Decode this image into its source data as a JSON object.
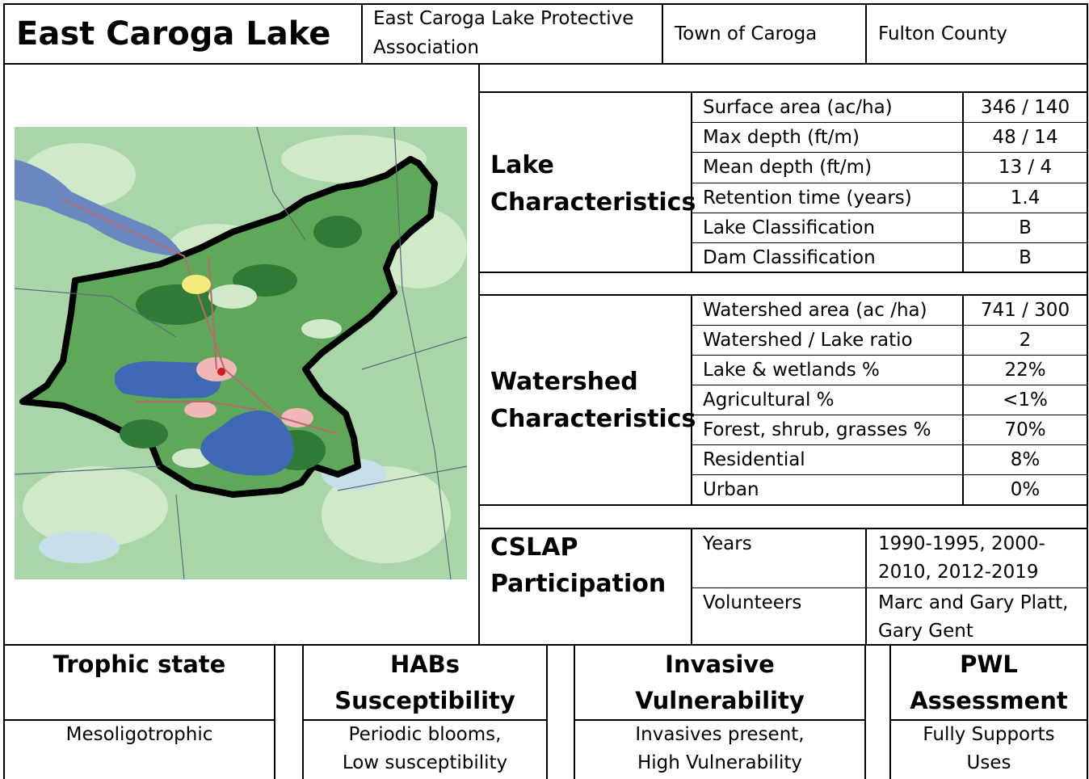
{
  "header": {
    "lake_name": "East Caroga Lake",
    "association_line1": "East Caroga Lake Protective",
    "association_line2": "Association",
    "town": "Town of Caroga",
    "county": "Fulton County"
  },
  "map": {
    "caption": "East Caroga Lake watershed map"
  },
  "lake_characteristics": {
    "label_line1": "Lake",
    "label_line2": "Characteristics",
    "rows": [
      {
        "name": "Surface area (ac/ha)",
        "value": "346 / 140"
      },
      {
        "name": "Max depth (ft/m)",
        "value": "48 / 14"
      },
      {
        "name": "Mean depth (ft/m)",
        "value": "13 / 4"
      },
      {
        "name": "Retention time (years)",
        "value": "1.4"
      },
      {
        "name": "Lake Classification",
        "value": "B"
      },
      {
        "name": "Dam Classification",
        "value": "B"
      }
    ]
  },
  "watershed_characteristics": {
    "label_line1": "Watershed",
    "label_line2": "Characteristics",
    "rows": [
      {
        "name": "Watershed area (ac /ha)",
        "value": "741 / 300"
      },
      {
        "name": "Watershed / Lake ratio",
        "value": "2"
      },
      {
        "name": "Lake & wetlands %",
        "value": "22%"
      },
      {
        "name": "Agricultural %",
        "value": "<1%"
      },
      {
        "name": "Forest, shrub, grasses %",
        "value": "70%"
      },
      {
        "name": "Residential",
        "value": "8%"
      },
      {
        "name": "Urban",
        "value": "0%"
      }
    ]
  },
  "cslap": {
    "label_line1": "CSLAP",
    "label_line2": "Participation",
    "years_label": "Years",
    "years_line1": "1990-1995, 2000-",
    "years_line2": "2010, 2012-2019",
    "volunteers_label": "Volunteers",
    "volunteers_line1": "Marc and Gary Platt,",
    "volunteers_line2": "Gary Gent"
  },
  "assessments": [
    {
      "heading_line1": "Trophic state",
      "heading_line2": "",
      "value_line1": "Mesoligotrophic",
      "value_line2": ""
    },
    {
      "heading_line1": "HABs",
      "heading_line2": "Susceptibility",
      "value_line1": "Periodic blooms,",
      "value_line2": "Low susceptibility"
    },
    {
      "heading_line1": "Invasive",
      "heading_line2": "Vulnerability",
      "value_line1": "Invasives present,",
      "value_line2": "High Vulnerability"
    },
    {
      "heading_line1": "PWL",
      "heading_line2": "Assessment",
      "value_line1": "Fully Supports",
      "value_line2": "Uses"
    }
  ]
}
